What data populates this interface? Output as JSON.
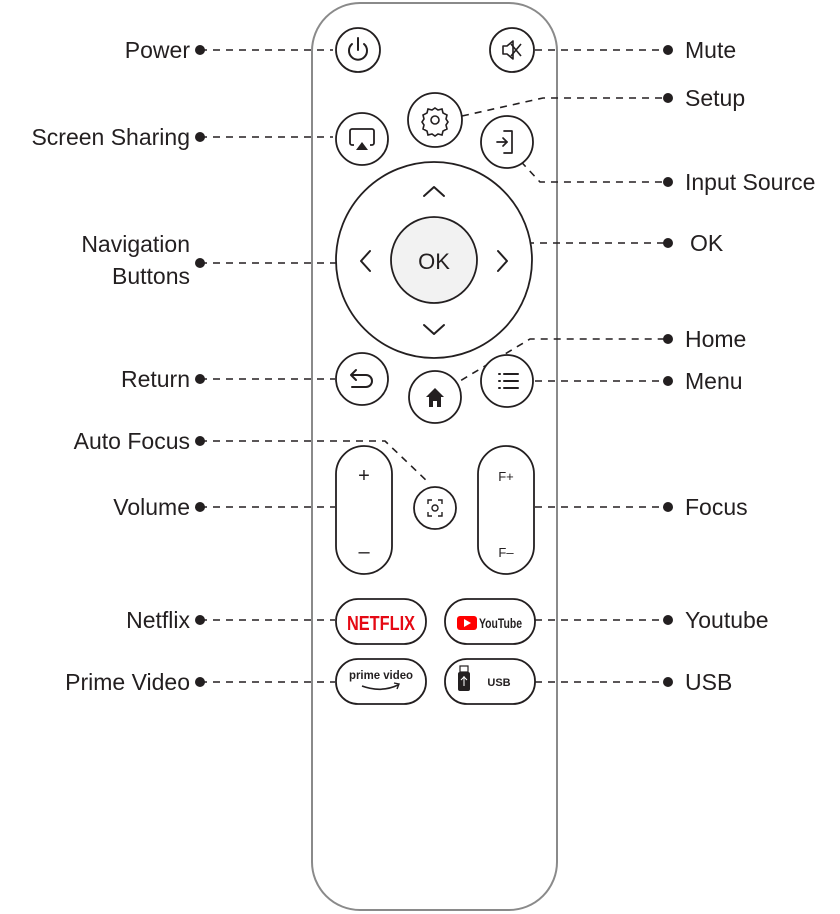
{
  "labels": {
    "power": "Power",
    "screen_sharing": "Screen Sharing",
    "navigation_line1": "Navigation",
    "navigation_line2": "Buttons",
    "return": "Return",
    "auto_focus": "Auto Focus",
    "volume": "Volume",
    "netflix": "Netflix",
    "prime_video": "Prime Video",
    "mute": "Mute",
    "setup": "Setup",
    "input_source": "Input Source",
    "ok": "OK",
    "home": "Home",
    "menu": "Menu",
    "focus": "Focus",
    "youtube": "Youtube",
    "usb": "USB"
  },
  "buttons": {
    "ok": "OK",
    "volume_plus": "+",
    "volume_minus": "–",
    "focus_plus": "F+",
    "focus_minus": "F–",
    "netflix": "NETFLIX",
    "youtube": "YouTube",
    "prime_video": "prime video",
    "usb": "USB"
  },
  "colors": {
    "outline": "#231f20",
    "body_stroke": "#8a8a8a",
    "netflix_red": "#e50914",
    "youtube_red": "#ff0000",
    "ok_fill": "#f2f2f2"
  },
  "icons": [
    "power-icon",
    "mute-icon",
    "settings-icon",
    "screen-cast-icon",
    "input-source-icon",
    "chevron-up-icon",
    "chevron-down-icon",
    "chevron-left-icon",
    "chevron-right-icon",
    "return-icon",
    "home-icon",
    "menu-icon",
    "auto-focus-icon",
    "youtube-play-icon",
    "usb-drive-icon",
    "prime-smile-icon"
  ]
}
